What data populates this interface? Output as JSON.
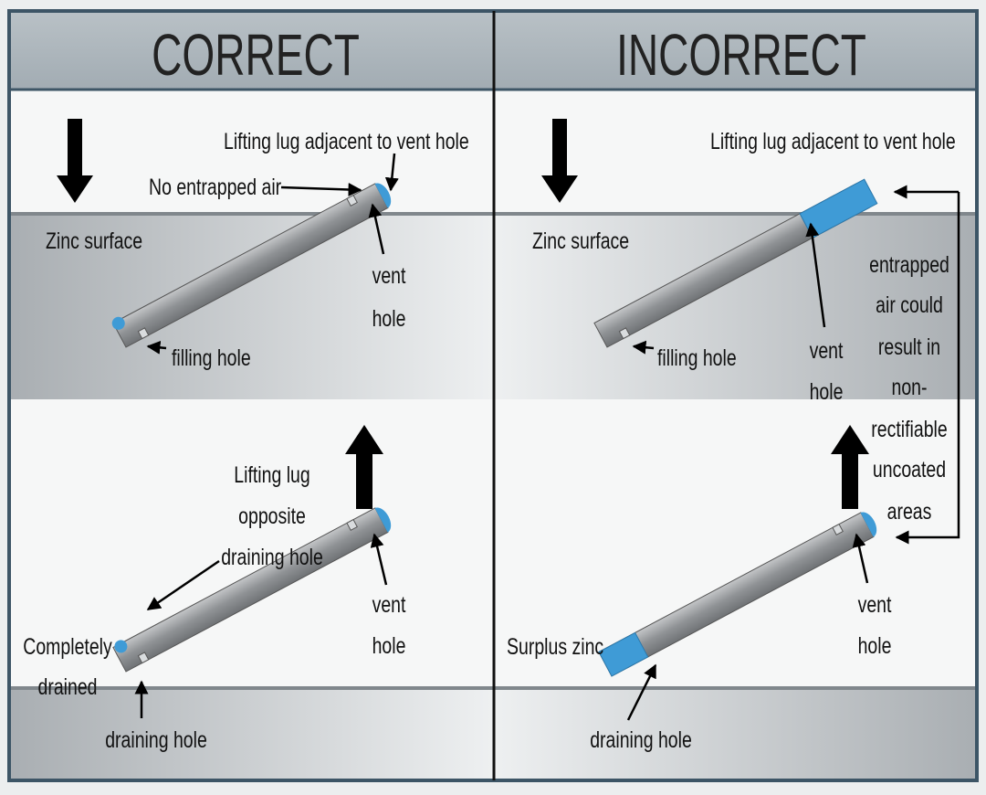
{
  "colors": {
    "frame": "#3d5566",
    "header": "#aab3ba",
    "zinc": "#c3c8cc",
    "coating": "#3f9bd6",
    "steel": "#9a9da0",
    "arrow": "#000000"
  },
  "correct": {
    "title": "CORRECT",
    "filling": {
      "lug_label": "Lifting lug adjacent to vent hole",
      "air_label": "No entrapped air",
      "zinc_label": "Zinc surface",
      "vent_1": "vent",
      "vent_2": "hole",
      "fill_label": "filling hole",
      "direction": "down-arrow"
    },
    "draining": {
      "lug_1": "Lifting lug",
      "lug_2": "opposite",
      "lug_3": "draining hole",
      "vent_1": "vent",
      "vent_2": "hole",
      "drained_1": "Completely",
      "drained_2": "drained",
      "drain_label": "draining hole",
      "direction": "up-arrow"
    }
  },
  "incorrect": {
    "title": "INCORRECT",
    "filling": {
      "lug_label": "Lifting lug adjacent to vent hole",
      "zinc_label": "Zinc surface",
      "vent_1": "vent",
      "vent_2": "hole",
      "fill_label": "filling hole",
      "direction": "down-arrow"
    },
    "note": [
      "entrapped",
      "air could",
      "result in",
      "non-",
      "rectifiable",
      "uncoated",
      "areas"
    ],
    "draining": {
      "vent_1": "vent",
      "vent_2": "hole",
      "surplus_label": "Surplus zinc",
      "drain_label": "draining hole",
      "direction": "up-arrow"
    }
  }
}
